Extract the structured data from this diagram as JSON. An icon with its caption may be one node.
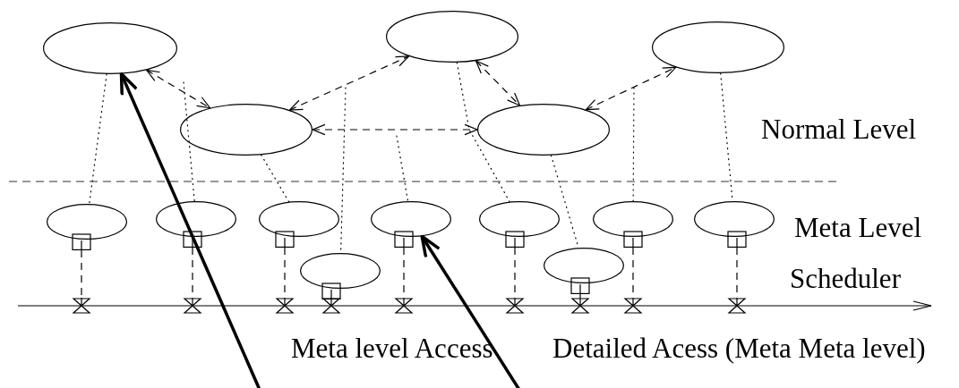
{
  "diagram": {
    "nodes": [
      {
        "text": [],
        "shape": "ellipse"
      },
      {
        "text": [],
        "shape": "ellipse"
      },
      {
        "text": [],
        "shape": "ellipse"
      },
      {
        "text": [],
        "shape": "ellipse"
      },
      {
        "text": [],
        "shape": "ellipse"
      },
      {
        "text": [],
        "shape": "ellipse"
      },
      {
        "text": [],
        "shape": "ellipse"
      },
      {
        "text": [],
        "shape": "ellipse"
      },
      {
        "text": [],
        "shape": "ellipse"
      },
      {
        "text": [],
        "shape": "ellipse"
      },
      {
        "text": [],
        "shape": "ellipse"
      },
      {
        "text": [],
        "shape": "ellipse"
      },
      {
        "text": [],
        "shape": "ellipse"
      },
      {
        "text": [],
        "shape": "ellipse"
      },
      {
        "text": [],
        "shape": "hourglass"
      },
      {
        "text": [],
        "shape": "hourglass"
      },
      {
        "text": [],
        "shape": "hourglass"
      },
      {
        "text": [],
        "shape": "hourglass"
      },
      {
        "text": [],
        "shape": "hourglass"
      },
      {
        "text": [],
        "shape": "hourglass"
      },
      {
        "text": [],
        "shape": "hourglass"
      },
      {
        "text": [],
        "shape": "hourglass"
      },
      {
        "text": [],
        "shape": "hourglass"
      }
    ],
    "edges": [
      {
        "from": 0,
        "to": 3,
        "arrow": "both",
        "style": "dashed"
      },
      {
        "from": 3,
        "to": 1,
        "arrow": "both",
        "style": "dashed"
      },
      {
        "from": 1,
        "to": 4,
        "arrow": "both",
        "style": "dashed"
      },
      {
        "from": 4,
        "to": 2,
        "arrow": "both",
        "style": "dashed"
      },
      {
        "from": 3,
        "to": 4,
        "arrow": "both",
        "style": "dashed"
      },
      {
        "from": 0,
        "to": 5,
        "arrow": "none",
        "style": "dashed"
      },
      {
        "from": null,
        "to": 6,
        "arrow": "none",
        "style": "dashed"
      },
      {
        "from": 3,
        "to": 7,
        "arrow": "none",
        "style": "dashed"
      },
      {
        "from": null,
        "to": 8,
        "arrow": "none",
        "style": "dashed"
      },
      {
        "from": null,
        "to": 9,
        "arrow": "none",
        "style": "dashed"
      },
      {
        "from": 1,
        "to": 10,
        "arrow": "none",
        "style": "dashed"
      },
      {
        "from": 4,
        "to": 11,
        "arrow": "none",
        "style": "dashed"
      },
      {
        "from": null,
        "to": 12,
        "arrow": "none",
        "style": "dashed"
      },
      {
        "from": 2,
        "to": 13,
        "arrow": "none",
        "style": "dashed"
      },
      {
        "from": 5,
        "to": 14,
        "arrow": "none",
        "style": "dashed"
      },
      {
        "from": 6,
        "to": 15,
        "arrow": "none",
        "style": "dashed"
      },
      {
        "from": 7,
        "to": 16,
        "arrow": "none",
        "style": "dashed"
      },
      {
        "from": 9,
        "to": 18,
        "arrow": "none",
        "style": "dashed"
      },
      {
        "from": 10,
        "to": 19,
        "arrow": "none",
        "style": "dashed"
      },
      {
        "from": 11,
        "to": 20,
        "arrow": "none",
        "style": "dashed"
      },
      {
        "from": 12,
        "to": 21,
        "arrow": "none",
        "style": "dashed"
      },
      {
        "from": 13,
        "to": 22,
        "arrow": "none",
        "style": "dashed"
      },
      {
        "from": null,
        "to": 0,
        "arrow": "to",
        "style": "thick"
      },
      {
        "from": null,
        "to": 9,
        "arrow": "to",
        "style": "thick"
      }
    ],
    "labels": [
      "Normal Level",
      "Meta Level",
      "Scheduler",
      "Meta level Access",
      "Detailed Acess (Meta Meta level)"
    ]
  }
}
